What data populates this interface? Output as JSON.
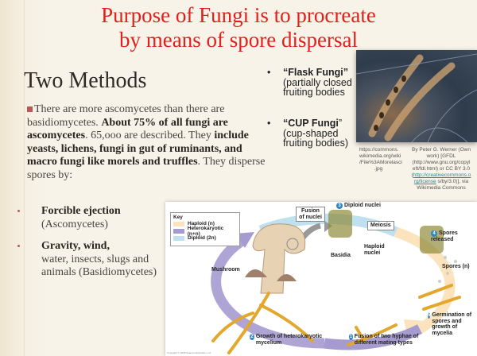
{
  "title": [
    "Purpose of Fungi is to procreate",
    "by means of spore dispersal"
  ],
  "heading": "Two Methods",
  "paragraph": {
    "p1": "There are more ascomycetes than there are basidiomycetes. ",
    "p2": "About 75% of all fungi are ascomycetes",
    "p3": ". 65,ooo are described. They ",
    "p4": "include yeasts, lichens, fungi in gut of ruminants, and macro fungi like morels and truffles",
    "p5": ". They disperse spores by:"
  },
  "methods": [
    {
      "bold": "Forcible ejection",
      "rest": "(Ascomycetes)"
    },
    {
      "bold": "Gravity, wind,",
      "rest": "water, insects, slugs and animals (Basidiomycetes)"
    }
  ],
  "right_bullets": [
    {
      "bullet": "•",
      "bold": "“Flask Fungi”",
      "rest": "(partially closed fruiting bodies"
    },
    {
      "bullet": "•",
      "bold": "“CUP Fungi",
      "rest": "” (cup-shaped fruiting bodies)"
    }
  ],
  "captions": {
    "url": "https://commons. wikimedia.org/wiki /File%3AMorelasci .jpg",
    "attr1": "By Peter G. Werner (Own work) [GFDL (http://www.gnu.org/copyl eft/fdl.html) or CC BY 3.0 (",
    "attr_link": "http://creativecommons.o rg/license",
    "attr2": " s/by/3.0)], via Wikimedia Commons"
  },
  "diagram": {
    "key_title": "Key",
    "key": [
      {
        "label": "Haploid (n)",
        "color": "#fbe3bd"
      },
      {
        "label": "Heterokaryotic (n+n)",
        "color": "#a69bd0"
      },
      {
        "label": "Diploid (2n)",
        "color": "#bfe0ee"
      }
    ],
    "fusion_of_nuclei": "Fusion of nuclei",
    "diploid_nuclei": "Diploid nuclei",
    "meiosis": "Meiosis",
    "spores_released": "Spores released",
    "basidia": "Basidia",
    "haploid_nuclei": "Haploid nuclei",
    "mushroom": "Mushroom",
    "spores_n": "Spores (n)",
    "germination": "Germination of spores and growth of mycelia",
    "growth": "Growth of heterokaryotic mycelium",
    "fusion_hyphae": "Fusion of two hyphae of different mating types",
    "steps": [
      "1",
      "2",
      "3",
      "4",
      "5"
    ],
    "copyright": "Copyright © 2009 Pearson Education, Inc."
  }
}
